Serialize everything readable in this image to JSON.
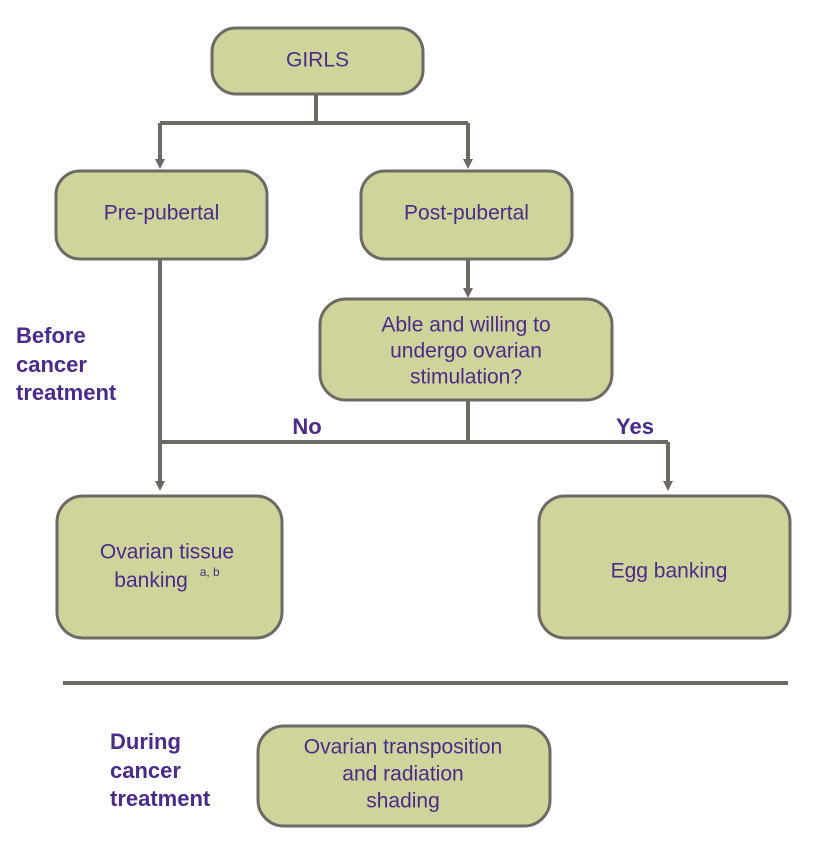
{
  "colors": {
    "node_fill": "#cfd59a",
    "node_stroke": "#6d6a66",
    "connector": "#6d6a66",
    "text": "#4b2a8c"
  },
  "nodes": {
    "girls": "GIRLS",
    "pre_pubertal": "Pre-pubertal",
    "post_pubertal": "Post-pubertal",
    "question": [
      "Able and willing to",
      "undergo ovarian",
      "stimulation?"
    ],
    "ovarian_tissue": [
      "Ovarian tissue",
      "banking"
    ],
    "ovarian_tissue_superscript": "a, b",
    "egg_banking": "Egg banking",
    "transposition": [
      "Ovarian transposition",
      "and radiation",
      "shading"
    ]
  },
  "labels": {
    "before": [
      "Before",
      "cancer",
      "treatment"
    ],
    "during": [
      "During",
      "cancer",
      "treatment"
    ],
    "no": "No",
    "yes": "Yes"
  }
}
